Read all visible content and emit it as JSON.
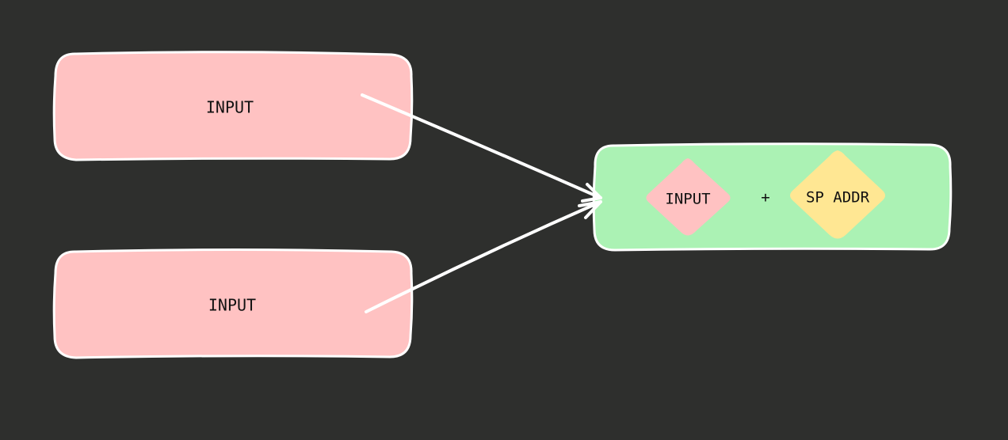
{
  "diagram": {
    "input_top": {
      "label": "INPUT"
    },
    "input_bottom": {
      "label": "INPUT"
    },
    "result": {
      "input_node": {
        "label": "INPUT"
      },
      "operator": "+",
      "sp_addr_node": {
        "label": "SP ADDR"
      }
    }
  },
  "colors": {
    "background": "#2e2f2d",
    "input_fill": "#ffc2c2",
    "result_fill": "#abf2b4",
    "sp_addr_fill": "#ffe793",
    "stroke": "#ffffff",
    "text": "#111111"
  }
}
